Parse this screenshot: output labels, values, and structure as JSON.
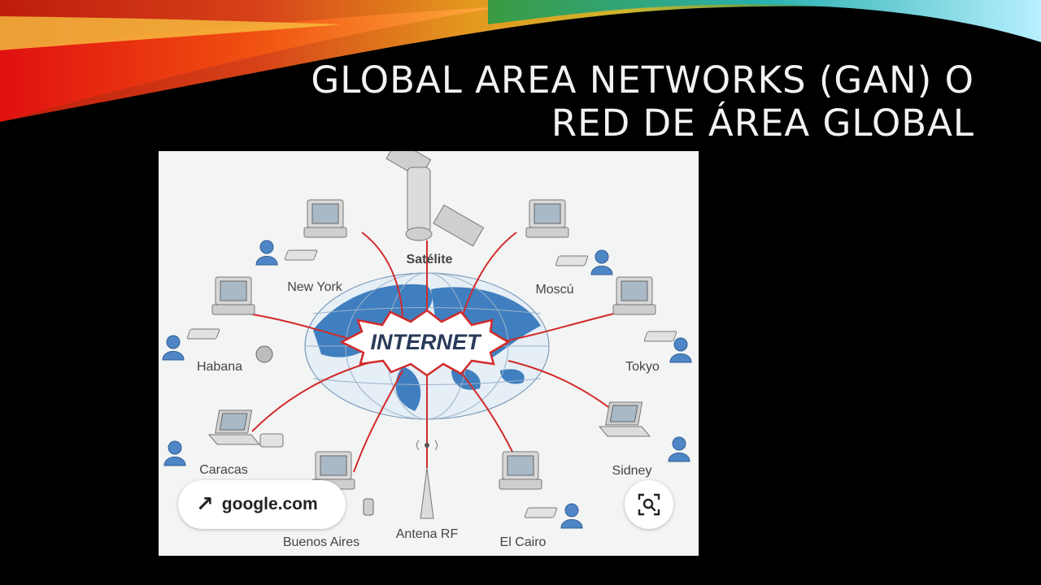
{
  "slide": {
    "title_line_1": "GLOBAL AREA NETWORKS (GAN) O",
    "title_line_2": "RED DE ÁREA GLOBAL"
  },
  "diagram": {
    "center_label": "INTERNET",
    "nodes": {
      "satellite": "Satélite",
      "new_york": "New York",
      "moscow": "Moscú",
      "havana": "Habana",
      "tokyo": "Tokyo",
      "caracas": "Caracas",
      "sydney": "Sidney",
      "buenos_aires": "Buenos Aires",
      "antenna": "Antena RF",
      "cairo": "El Cairo"
    },
    "colors": {
      "link": "#d22a2a",
      "globe": "#3f7fbf",
      "person": "#4f86c6"
    }
  },
  "overlay": {
    "source_label": "google.com",
    "source_icon": "arrow-up-right-icon",
    "lens_icon": "visual-search-icon"
  }
}
